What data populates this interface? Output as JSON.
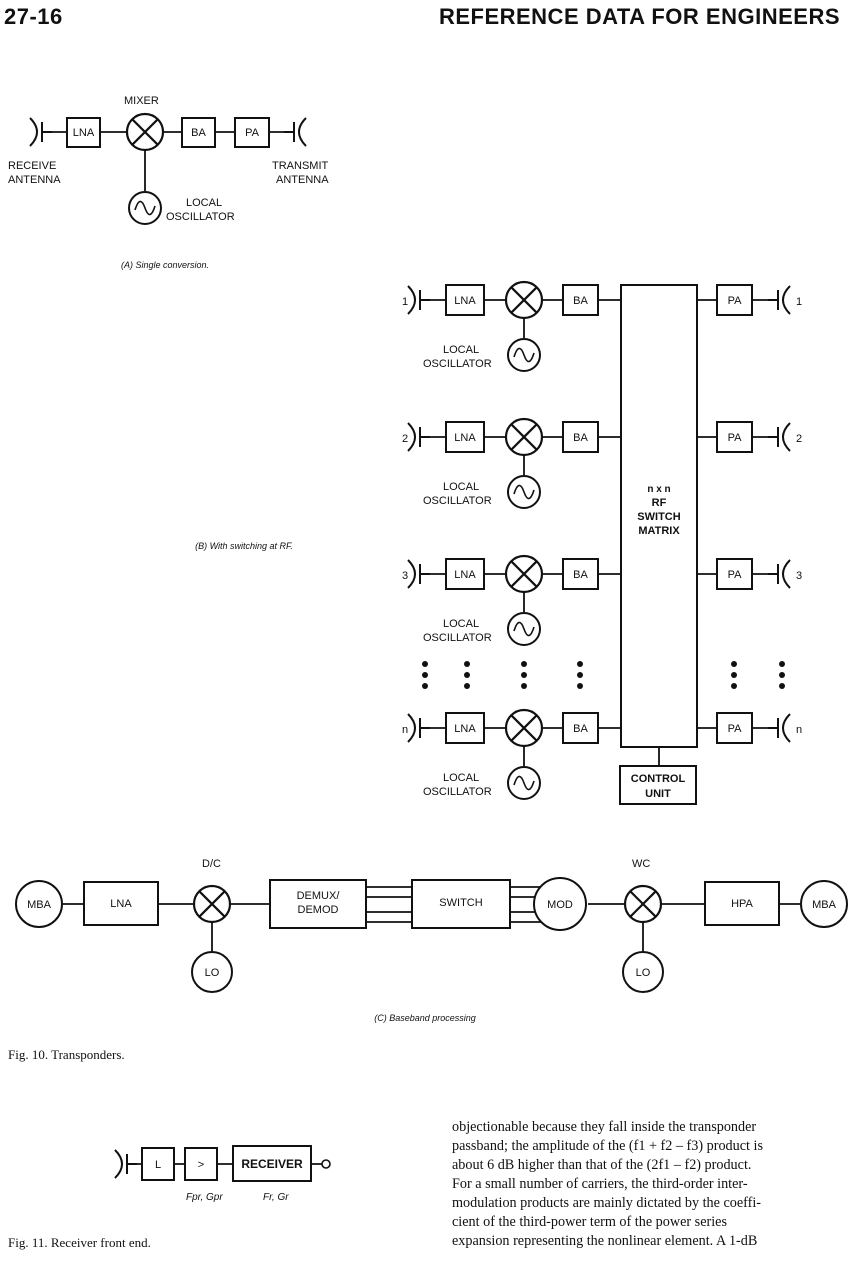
{
  "header": {
    "page_number": "27-16",
    "title": "REFERENCE DATA FOR ENGINEERS"
  },
  "figA": {
    "mixer": "MIXER",
    "lna": "LNA",
    "ba": "BA",
    "pa": "PA",
    "receive_1": "RECEIVE",
    "receive_2": "ANTENNA",
    "transmit_1": "TRANSMIT",
    "transmit_2": "ANTENNA",
    "lo_1": "LOCAL",
    "lo_2": "OSCILLATOR",
    "caption": "(A) Single conversion."
  },
  "figB": {
    "rows": [
      {
        "label": "1",
        "lna": "LNA",
        "ba": "BA",
        "pa": "PA",
        "lo_1": "LOCAL",
        "lo_2": "OSCILLATOR"
      },
      {
        "label": "2",
        "lna": "LNA",
        "ba": "BA",
        "pa": "PA",
        "lo_1": "LOCAL",
        "lo_2": "OSCILLATOR"
      },
      {
        "label": "3",
        "lna": "LNA",
        "ba": "BA",
        "pa": "PA",
        "lo_1": "LOCAL",
        "lo_2": "OSCILLATOR"
      },
      {
        "label": "n",
        "lna": "LNA",
        "ba": "BA",
        "pa": "PA",
        "lo_1": "LOCAL",
        "lo_2": "OSCILLATOR"
      }
    ],
    "matrix_1": "n x n",
    "matrix_2": "RF",
    "matrix_3": "SWITCH",
    "matrix_4": "MATRIX",
    "control_1": "CONTROL",
    "control_2": "UNIT",
    "caption": "(B) With switching at RF."
  },
  "figC": {
    "mba_left": "MBA",
    "lna": "LNA",
    "dc": "D/C",
    "demux_1": "DEMUX/",
    "demux_2": "DEMOD",
    "switch": "SWITCH",
    "mod": "MOD",
    "uc": "WC",
    "hpa": "HPA",
    "mba_right": "MBA",
    "lo_left": "LO",
    "lo_right": "LO",
    "caption": "(C) Baseband processing"
  },
  "fig10_caption": "Fig. 10. Transponders.",
  "fig11": {
    "l": "L",
    "amp": ">",
    "receiver": "RECEIVER",
    "amp_params": "Fpr, Gpr",
    "recv_params": "Fr, Gr",
    "caption": "Fig. 11. Receiver front end."
  },
  "body_text": [
    "objectionable because they fall inside the transponder",
    "passband; the amplitude of the (f1 + f2 – f3) product is",
    "about 6 dB higher than that of the (2f1 – f2) product.",
    "For a small number of carriers, the third-order inter-",
    "modulation products are mainly dictated by the coeffi-",
    "cient of the third-power term of the power series",
    "expansion representing the nonlinear element. A 1-dB"
  ]
}
